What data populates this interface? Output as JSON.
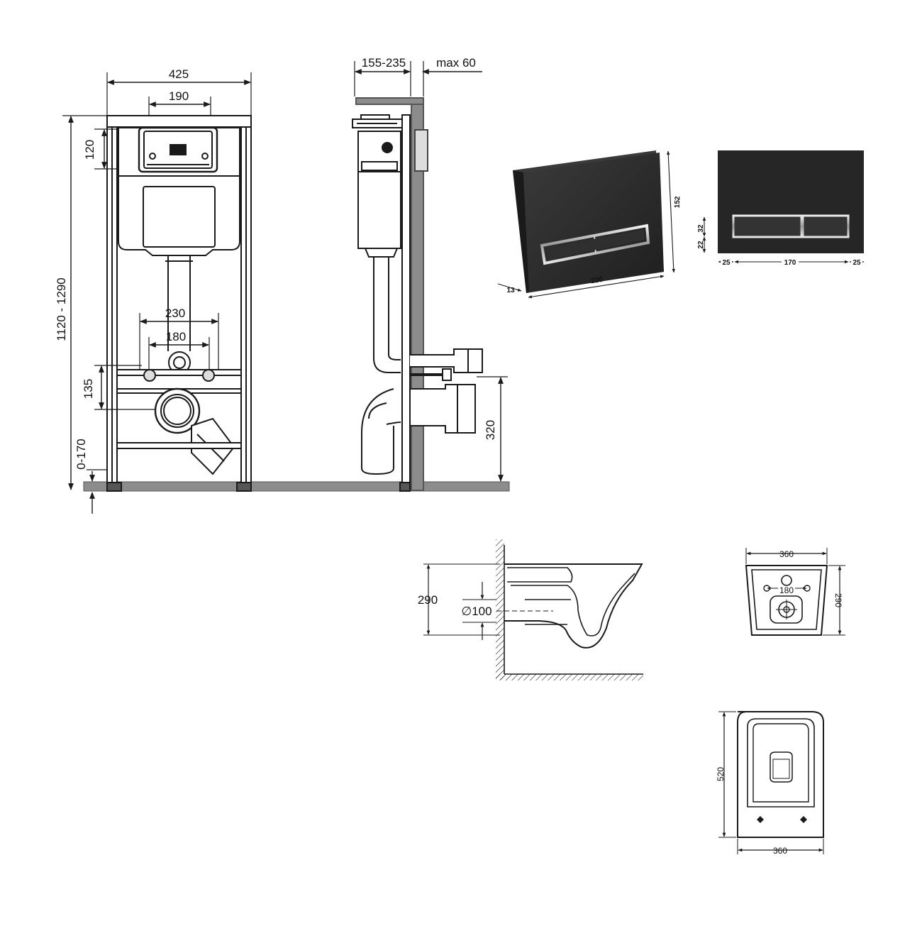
{
  "frame_front": {
    "width": "425",
    "button_width": "190",
    "button_height": "120",
    "height": "1120 - 1290",
    "pin_outer": "230",
    "pin_inner": "180",
    "pin_height": "135",
    "leg_height": "0-170"
  },
  "frame_side": {
    "depth": "155-235",
    "wall": "max 60",
    "outlet_height": "320"
  },
  "flush_plate": {
    "height": "152",
    "width": "220",
    "thickness": "13",
    "btn_a": "32",
    "btn_b": "22",
    "margin_left": "25",
    "button_span": "170",
    "margin_right": "25"
  },
  "bowl_side": {
    "height": "290",
    "outlet_diameter": "∅100"
  },
  "bowl_back": {
    "width": "360",
    "pin_spacing": "180",
    "height": "290"
  },
  "bowl_top": {
    "length": "520",
    "width": "360"
  },
  "colors": {
    "line": "#1a1a1a",
    "floor": "#8c8c8c",
    "plate": "#2b2b2b",
    "chrome": "#c9c9c9"
  }
}
